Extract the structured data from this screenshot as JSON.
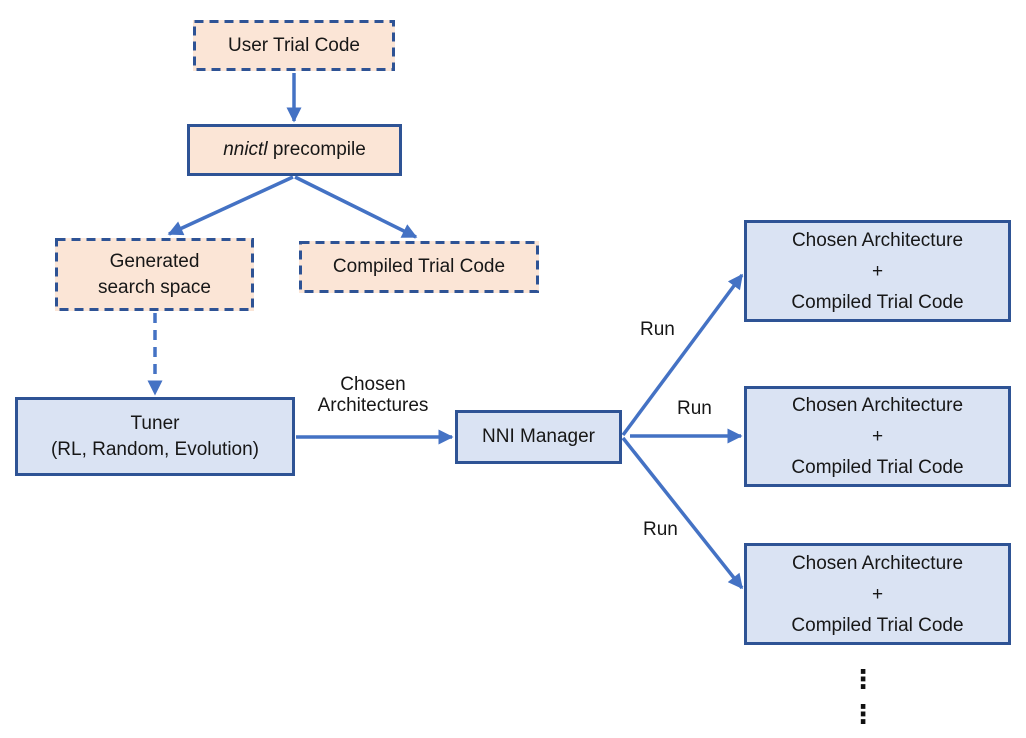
{
  "colors": {
    "peach_fill": "#fbe5d6",
    "blue_fill": "#dae3f3",
    "border_navy": "#2e5395",
    "arrow_blue": "#4472c4",
    "text": "#171717"
  },
  "nodes": {
    "user_trial_code": {
      "label": "User Trial Code"
    },
    "nnictl_precompile": {
      "cmd": "nnictl",
      "rest": " precompile"
    },
    "generated_search_space": {
      "lines": [
        "Generated",
        "search space"
      ]
    },
    "compiled_trial_code": {
      "label": "Compiled Trial Code"
    },
    "tuner": {
      "lines": [
        "Tuner",
        "(RL, Random, Evolution)"
      ]
    },
    "nni_manager": {
      "label": "NNI Manager"
    },
    "trials": [
      {
        "lines": [
          "Chosen Architecture",
          "+",
          "Compiled Trial Code"
        ]
      },
      {
        "lines": [
          "Chosen Architecture",
          "+",
          "Compiled Trial Code"
        ]
      },
      {
        "lines": [
          "Chosen Architecture",
          "+",
          "Compiled Trial Code"
        ]
      }
    ]
  },
  "edge_labels": {
    "chosen_architectures": {
      "lines": [
        "Chosen",
        "Architectures"
      ]
    },
    "run_top": "Run",
    "run_middle": "Run",
    "run_bottom": "Run"
  },
  "ellipsis": "⋮"
}
